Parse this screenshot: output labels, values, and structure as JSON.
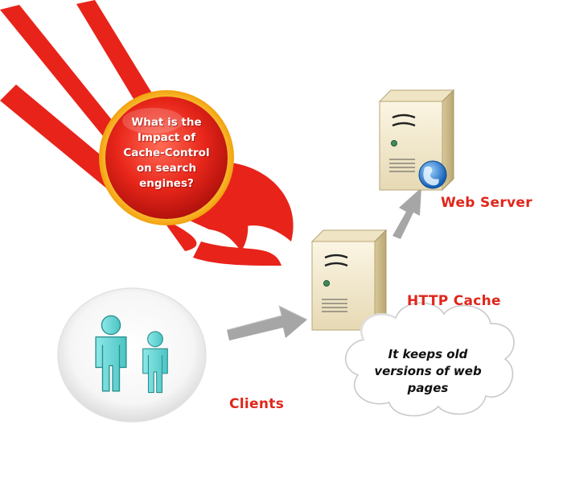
{
  "headline": {
    "lines": [
      "What is the",
      "Impact of",
      "Cache-Control",
      "on search",
      "engines?"
    ]
  },
  "labels": {
    "web_server": "Web Server",
    "http_cache": "HTTP Cache",
    "clients": "Clients"
  },
  "cloud_note": {
    "lines": [
      "It keeps old",
      "versions of web",
      "pages"
    ]
  },
  "icons": {
    "burst": "comet-burst-icon",
    "server": "server-tower-icon",
    "globe": "globe-icon",
    "people": "person-icon",
    "arrows": "arrow-icon"
  },
  "colors": {
    "accent_red": "#e0261b",
    "client_cyan": "#6fd9d9",
    "server_beige": "#f3e9cf",
    "arrow_gray": "#a0a0a0"
  }
}
